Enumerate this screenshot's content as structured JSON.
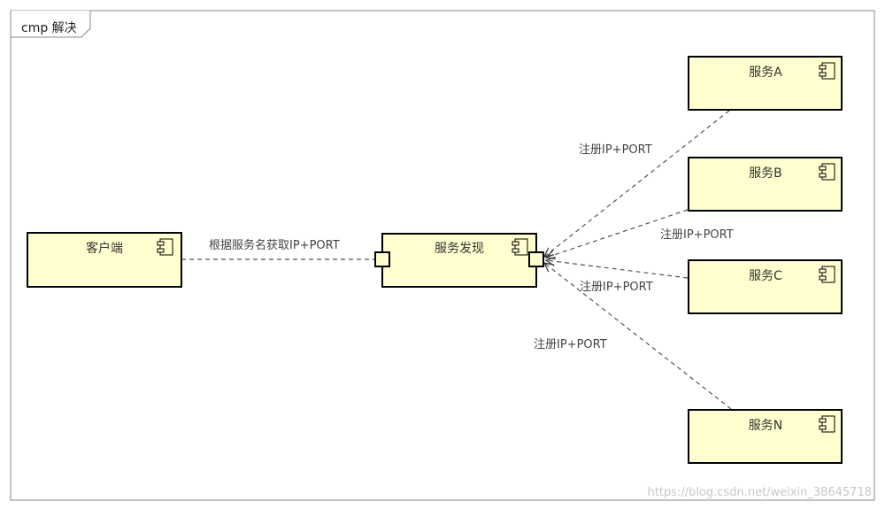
{
  "frame": {
    "title": "cmp 解决"
  },
  "components": {
    "client": {
      "label": "客户端",
      "icon": "component-icon"
    },
    "discovery": {
      "label": "服务发现",
      "icon": "component-icon"
    },
    "service_a": {
      "label": "服务A",
      "icon": "component-icon"
    },
    "service_b": {
      "label": "服务B",
      "icon": "component-icon"
    },
    "service_c": {
      "label": "服务C",
      "icon": "component-icon"
    },
    "service_n": {
      "label": "服务N",
      "icon": "component-icon"
    }
  },
  "edges": {
    "client_to_discovery": "根据服务名获取IP+PORT",
    "a_to_discovery": "注册IP+PORT",
    "b_to_discovery": "注册IP+PORT",
    "c_to_discovery": "注册IP+PORT",
    "n_to_discovery": "注册IP+PORT"
  },
  "watermark": "https://blog.csdn.net/weixin_38645718",
  "colors": {
    "component_fill": "#FEFECE",
    "border": "#000000",
    "edge": "#555555"
  }
}
